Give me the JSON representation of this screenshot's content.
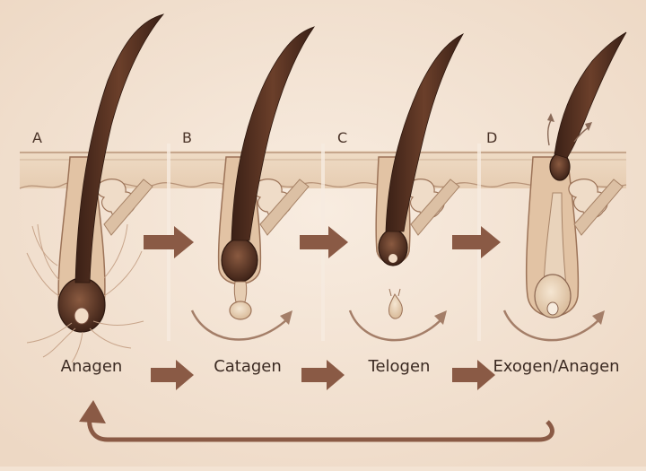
{
  "diagram": {
    "panels": [
      {
        "letter": "A",
        "label": "Anagen"
      },
      {
        "letter": "B",
        "label": "Catagen"
      },
      {
        "letter": "C",
        "label": "Telogen"
      },
      {
        "letter": "D",
        "label": "Exogen/Anagen"
      }
    ]
  },
  "colors": {
    "background": "#f3e3d3",
    "skin": "#ead2b8",
    "skin_line": "#b89479",
    "hair": "#4a2a1c",
    "arrow": "#8a5a45"
  }
}
